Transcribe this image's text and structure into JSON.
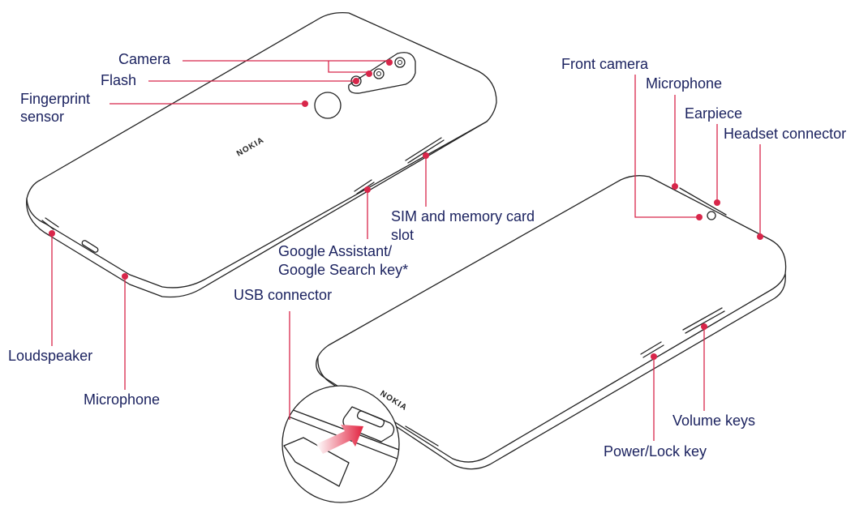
{
  "labels": {
    "camera": "Camera",
    "flash": "Flash",
    "fingerprint_line1": "Fingerprint",
    "fingerprint_line2": "sensor",
    "loudspeaker": "Loudspeaker",
    "microphone_bottom": "Microphone",
    "usb_connector": "USB connector",
    "google_key_line1": "Google Assistant/",
    "google_key_line2": "Google Search key*",
    "sim_slot_line1": "SIM and memory card",
    "sim_slot_line2": "slot",
    "front_camera": "Front camera",
    "microphone_top": "Microphone",
    "earpiece": "Earpiece",
    "headset_connector": "Headset connector",
    "volume_keys": "Volume keys",
    "power_lock_key": "Power/Lock key"
  },
  "brand_back": "NOKIA",
  "brand_front": "NOKIA",
  "colors": {
    "callout": "#d8264a",
    "label_text": "#1c2360",
    "outline": "#222222"
  }
}
